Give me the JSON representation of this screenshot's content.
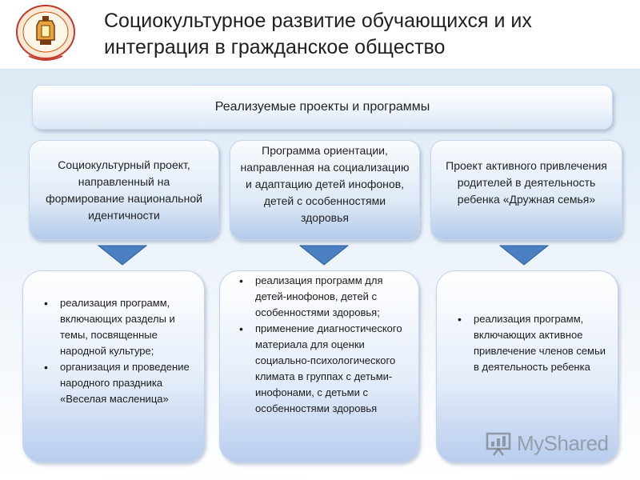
{
  "slide": {
    "title_line1": "Социокультурное развитие обучающихся и их",
    "title_line2": "интеграция в гражданское общество"
  },
  "banner": {
    "label": "Реализуемые проекты и программы"
  },
  "columns": [
    {
      "heading": "Социокультурный проект, направленный на формирование национальной идентичности",
      "bullets": [
        "реализация программ, включающих разделы и темы, посвященные народной культуре;",
        "организация и проведение народного праздника «Веселая масленица»"
      ]
    },
    {
      "heading": "Программа ориентации, направленная на социализацию и адаптацию детей инофонов, детей с особенностями здоровья",
      "bullets": [
        "реализация программ для детей-инофонов, детей с особенностями здоровья;",
        "применение диагностического материала для оценки социально-психологического климата в группах с детьми-инофонами, с детьми с особенностями здоровья"
      ]
    },
    {
      "heading": "Проект  активного привлечения родителей в деятельность ребенка «Дружная семья»",
      "bullets": [
        "реализация программ, включающих активное привлечение членов семьи в деятельность ребенка"
      ]
    }
  ],
  "watermark": {
    "text": "MyShared"
  },
  "colors": {
    "arrow": "#4a7fc1",
    "logo_ring": "#c0392b",
    "logo_lamp": "#e8a33a"
  }
}
